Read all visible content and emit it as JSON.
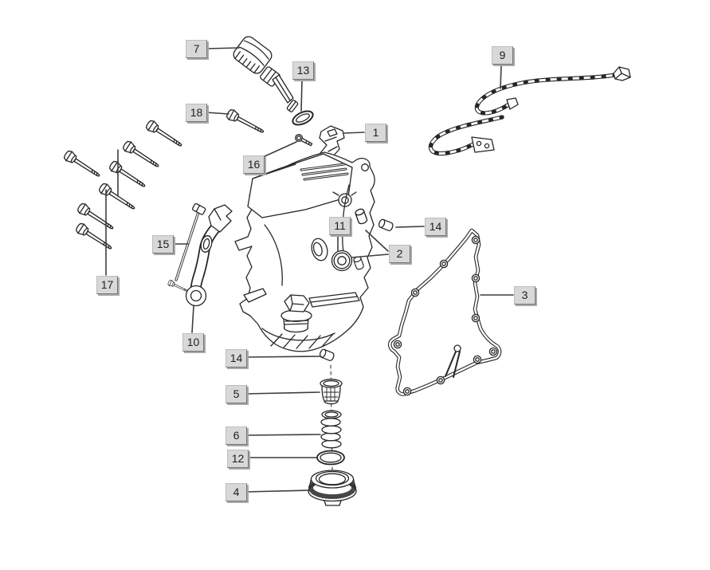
{
  "diagram": {
    "type": "exploded-parts-diagram",
    "subject": "engine-crankcase-side-cover",
    "background_color": "#ffffff",
    "line_color": "#262626",
    "label_style": {
      "background": "#d8d8d8",
      "border": "#757575",
      "shadow": "#a9a9a9",
      "text_color": "#1f1f1f"
    },
    "callouts": [
      {
        "label": "7"
      },
      {
        "label": "13"
      },
      {
        "label": "18"
      },
      {
        "label": "16"
      },
      {
        "label": "1"
      },
      {
        "label": "9"
      },
      {
        "label": "11"
      },
      {
        "label": "14"
      },
      {
        "label": "2"
      },
      {
        "label": "3"
      },
      {
        "label": "15"
      },
      {
        "label": "17"
      },
      {
        "label": "10"
      },
      {
        "label": "14"
      },
      {
        "label": "5"
      },
      {
        "label": "6"
      },
      {
        "label": "12"
      },
      {
        "label": "4"
      }
    ]
  }
}
